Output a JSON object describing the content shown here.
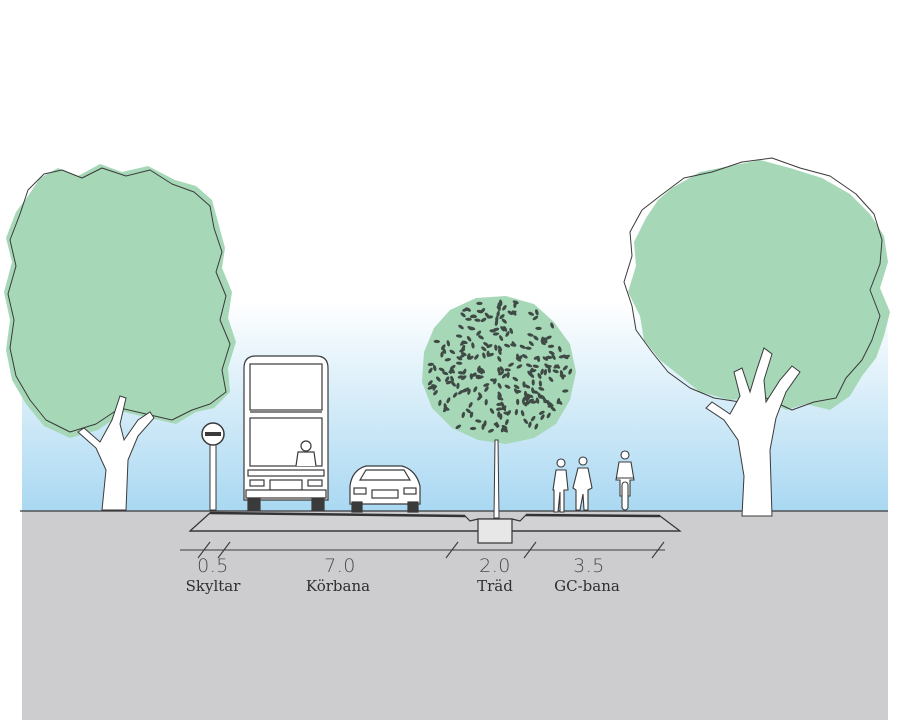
{
  "section": {
    "zones": [
      {
        "key": "skyltar",
        "width": "0.5",
        "label": "Skyltar"
      },
      {
        "key": "korbana",
        "width": "7.0",
        "label": "Körbana"
      },
      {
        "key": "trad",
        "width": "2.0",
        "label": "Träd"
      },
      {
        "key": "gcbana",
        "width": "3.5",
        "label": "GC-bana"
      }
    ]
  },
  "colors": {
    "sky_top": "#ffffff",
    "sky_bottom": "#a9d8f2",
    "canopy": "#a6d8b8",
    "ground": "#cdcdcf",
    "ink": "#3a3a3a",
    "leaf_dark": "#3f4a45"
  }
}
